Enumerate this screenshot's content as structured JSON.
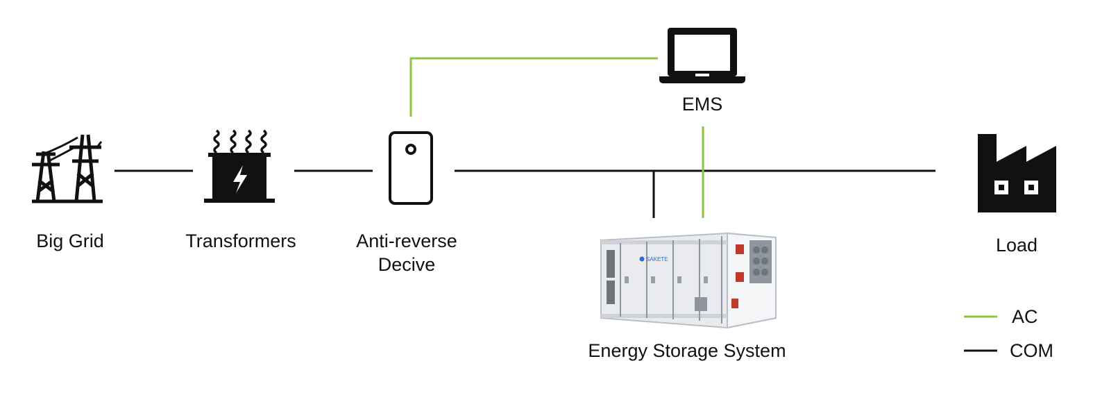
{
  "nodes": {
    "big_grid": {
      "label": "Big Grid",
      "icon": "power-tower-icon"
    },
    "transformers": {
      "label": "Transformers",
      "icon": "transformer-icon"
    },
    "anti_reverse": {
      "label_line1": "Anti-reverse",
      "label_line2": "Decive",
      "icon": "meter-device-icon"
    },
    "ems": {
      "label": "EMS",
      "icon": "laptop-icon"
    },
    "ess": {
      "label": "Energy Storage System",
      "brand": "SAKETE",
      "icon": "container-battery-icon"
    },
    "load": {
      "label": "Load",
      "icon": "factory-icon"
    }
  },
  "legend": {
    "items": [
      {
        "label": "AC",
        "color": "#8dc63f"
      },
      {
        "label": "COM",
        "color": "#111111"
      }
    ]
  },
  "colors": {
    "ac_line": "#8dc63f",
    "com_line": "#111111",
    "icon": "#111111"
  }
}
